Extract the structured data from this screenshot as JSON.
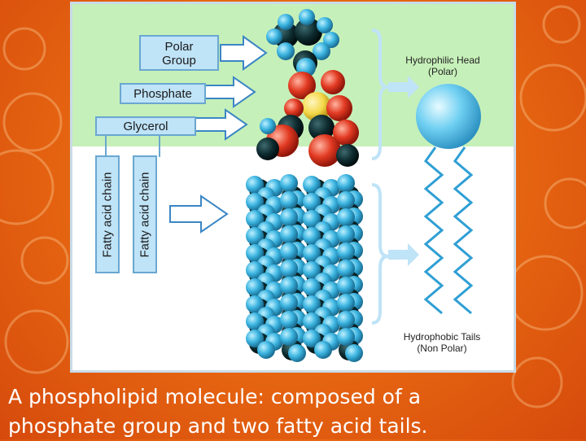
{
  "diagram": {
    "labels": {
      "polar_group": "Polar\nGroup",
      "phosphate": "Phosphate",
      "glycerol": "Glycerol",
      "fatty_acid_chain_1": "Fatty acid chain",
      "fatty_acid_chain_2": "Fatty acid chain"
    },
    "side": {
      "head": "Hydrophilic Head\n(Polar)",
      "tails": "Hydrophobic Tails\n(Non Polar)"
    }
  },
  "caption": {
    "line1": "A phospholipid molecule:  composed of a",
    "line2": "phosphate group and two fatty acid tails."
  },
  "colors": {
    "hydrophilic_region": "#c6f0b9",
    "atom_blue": "#3bb4e0",
    "atom_red": "#e23a22",
    "atom_yellow": "#f4d84a",
    "atom_dark": "#0d2b2f"
  }
}
